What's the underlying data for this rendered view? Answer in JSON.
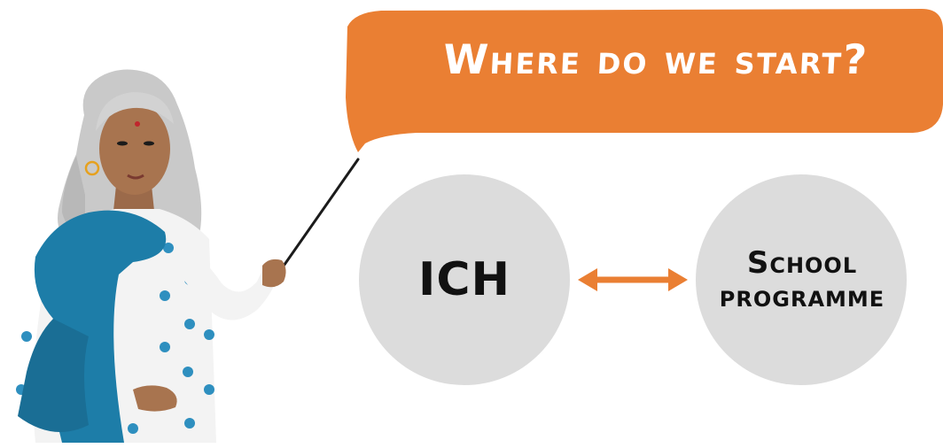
{
  "speech_bubble": {
    "text": "Where do we start?",
    "color": "#EA7F33"
  },
  "nodes": [
    {
      "label": "ICH"
    },
    {
      "label": "School programme"
    }
  ],
  "connector": {
    "type": "double-arrow",
    "color": "#EA7F33"
  },
  "node_fill": "#DCDCDC",
  "illustration": {
    "subject": "teacher-pointing-with-stick"
  }
}
